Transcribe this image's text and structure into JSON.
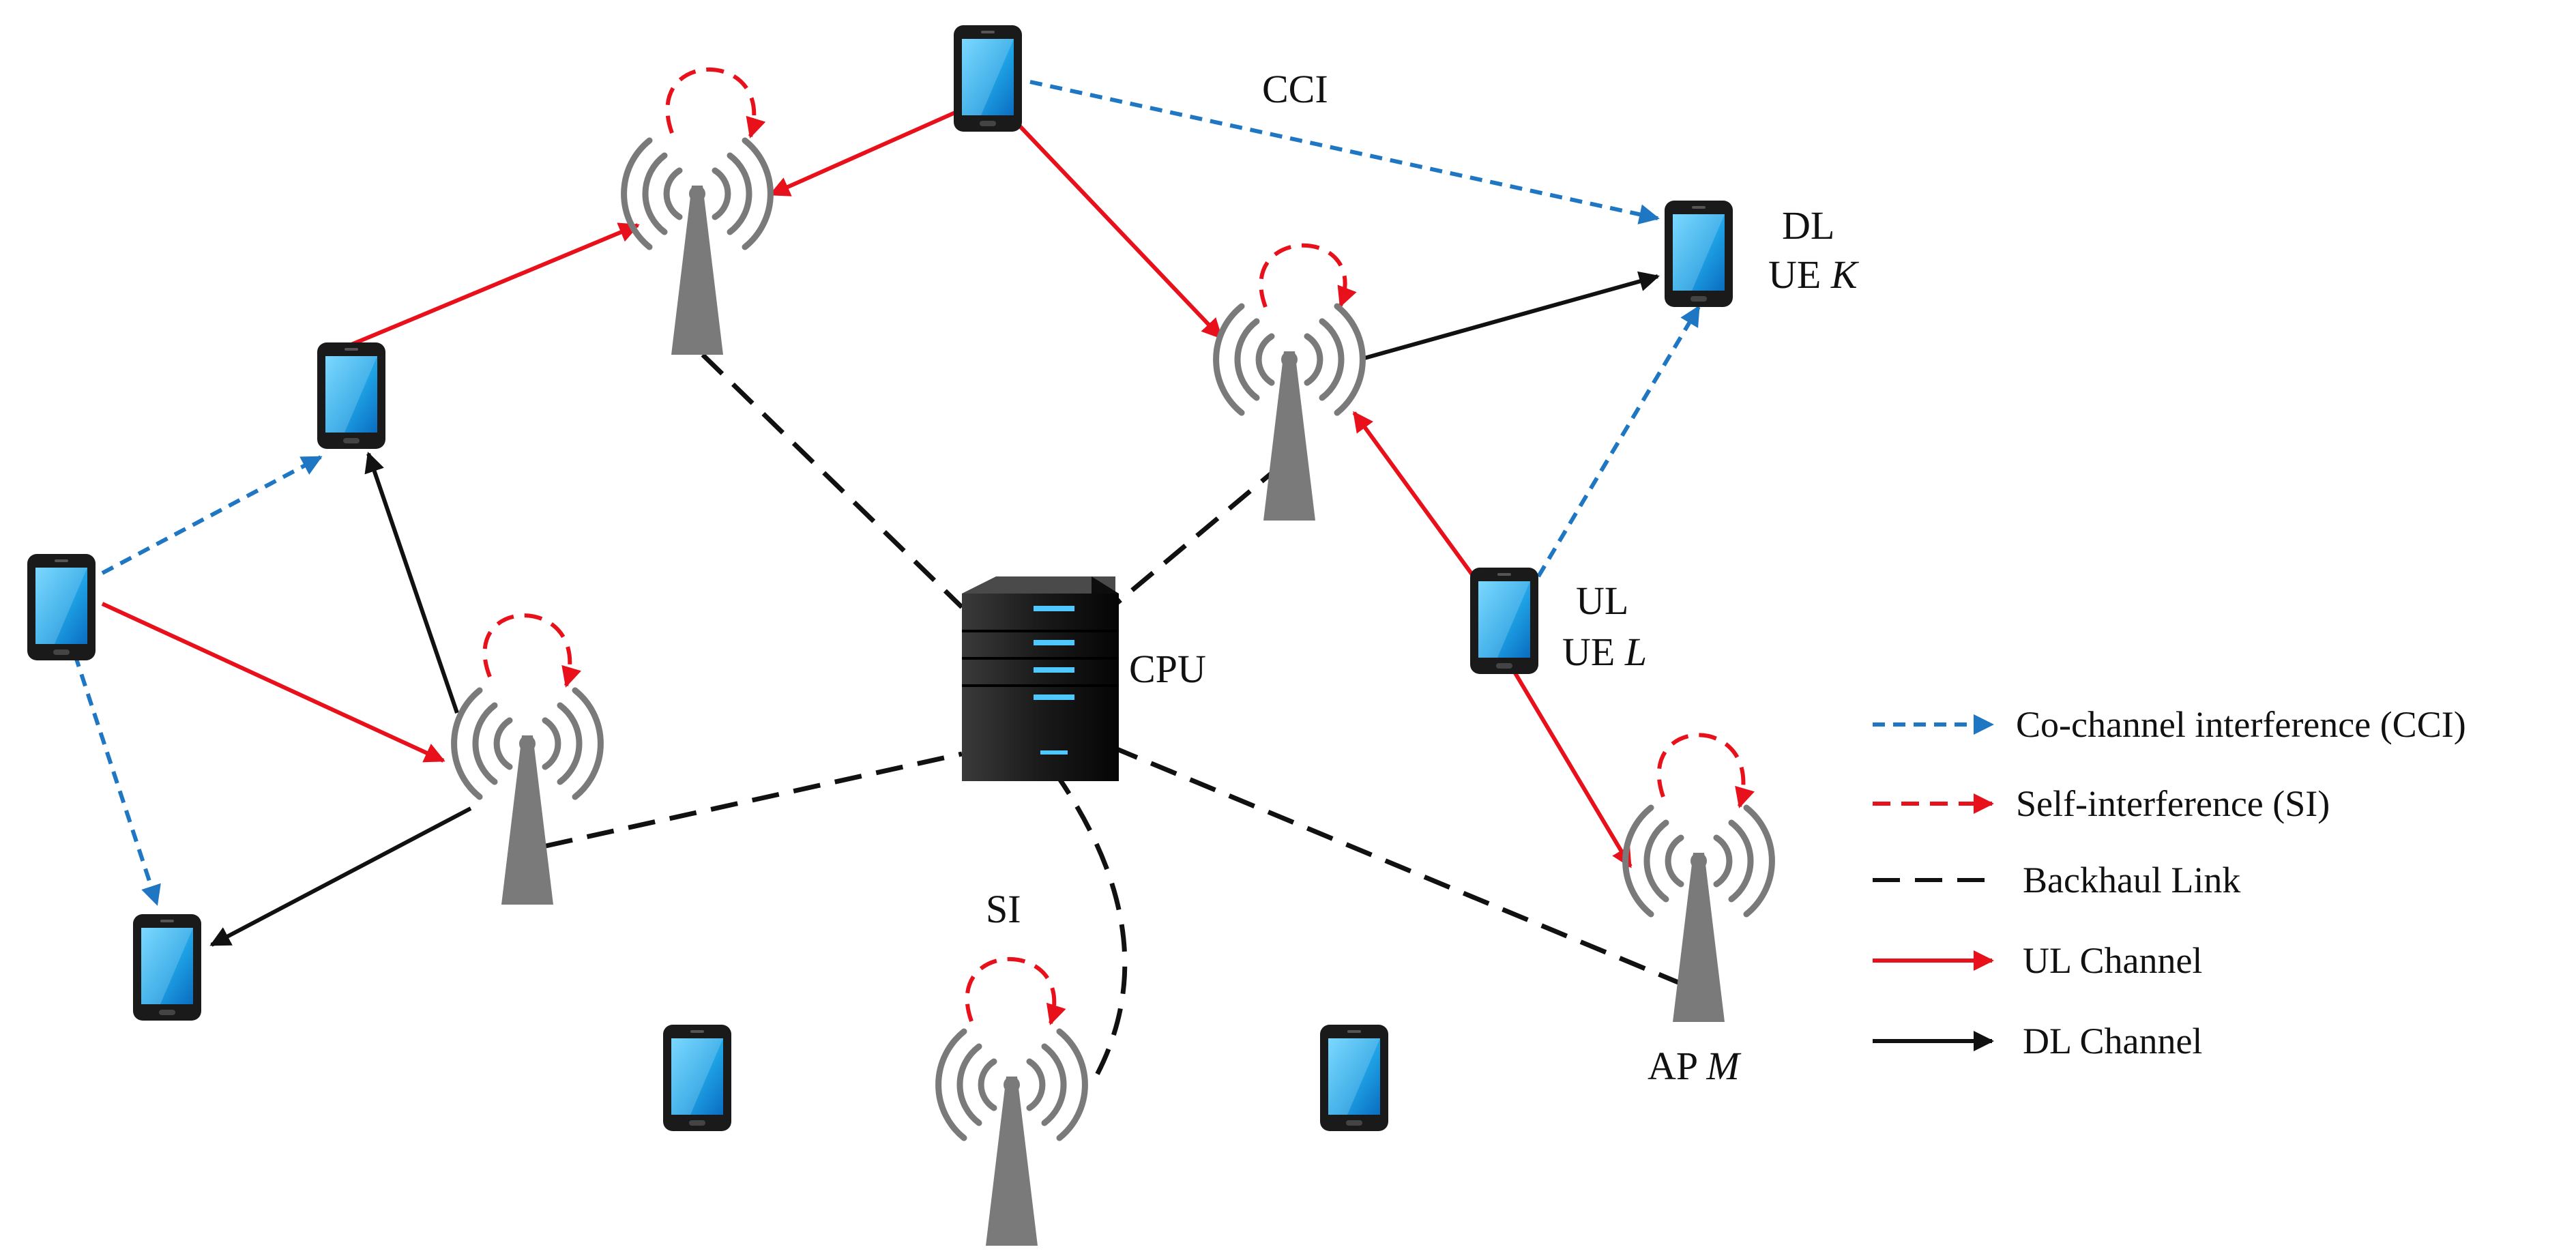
{
  "labels": {
    "cci": "CCI",
    "dl": "DL",
    "ue_k_prefix": "UE ",
    "ue_k_var": "K",
    "ul": "UL",
    "ue_l_prefix": "UE ",
    "ue_l_var": "L",
    "cpu": "CPU",
    "si": "SI",
    "ap_m_prefix": "AP ",
    "ap_m_var": "M"
  },
  "legend": [
    {
      "key": "cci",
      "label": "Co-channel interference (CCI)",
      "style": "blue-dashed-arrow"
    },
    {
      "key": "si",
      "label": "Self-interference (SI)",
      "style": "red-dashed-arrow"
    },
    {
      "key": "backhaul",
      "label": "Backhaul Link",
      "style": "black-dashed-line"
    },
    {
      "key": "ul",
      "label": "UL Channel",
      "style": "red-solid-arrow"
    },
    {
      "key": "dl",
      "label": "DL Channel",
      "style": "black-solid-arrow"
    }
  ],
  "colors": {
    "cci": "#1f77c4",
    "ul": "#e8101a",
    "si": "#e8101a",
    "dl": "#111111",
    "backhaul": "#111111",
    "tower": "#7a7a7a",
    "phone_screen": "#1fa3e6",
    "phone_body": "#1a1a1a"
  },
  "icons": [
    "phone-icon",
    "access-point-icon",
    "cpu-server-icon"
  ]
}
